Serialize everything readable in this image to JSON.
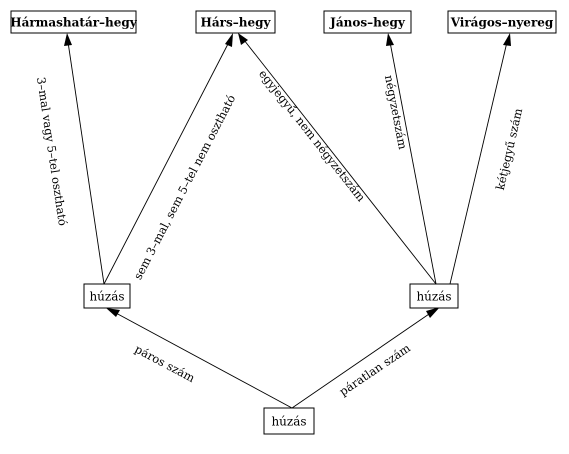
{
  "nodes": {
    "harmashatar": "Hármashatár–hegy",
    "hars": "Hárs–hegy",
    "janos": "János–hegy",
    "viragos": "Virágos–nyereg",
    "draw_left": "húzás",
    "draw_right": "húzás",
    "draw_root": "húzás"
  },
  "edges": {
    "root_left": "páros szám",
    "root_right": "páratlan szám",
    "left_harmashatar": "3–mal vagy 5–tel osztható",
    "left_hars": "sem 3–mal, sem 5–tel nem osztható",
    "right_hars": "egyjegyű, nem négyzetszám",
    "right_janos": "négyzetszám",
    "right_viragos": "kétjegyű szám"
  }
}
